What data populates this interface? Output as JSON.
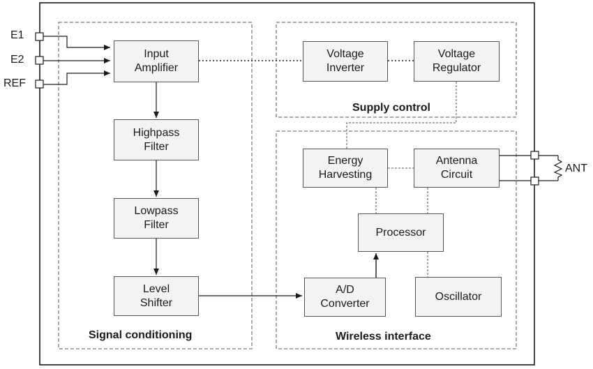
{
  "groups": {
    "signal_conditioning": "Signal conditioning",
    "supply_control": "Supply control",
    "wireless_interface": "Wireless interface"
  },
  "blocks": {
    "input_amplifier": [
      "Input",
      "Amplifier"
    ],
    "highpass_filter": [
      "Highpass",
      "Filter"
    ],
    "lowpass_filter": [
      "Lowpass",
      "Filter"
    ],
    "level_shifter": [
      "Level",
      "Shifter"
    ],
    "voltage_inverter": [
      "Voltage",
      "Inverter"
    ],
    "voltage_regulator": [
      "Voltage",
      "Regulator"
    ],
    "energy_harvesting": [
      "Energy",
      "Harvesting"
    ],
    "antenna_circuit": [
      "Antenna",
      "Circuit"
    ],
    "processor": "Processor",
    "ad_converter": [
      "A/D",
      "Converter"
    ],
    "oscillator": "Oscillator"
  },
  "terminals": {
    "e1": "E1",
    "e2": "E2",
    "ref": "REF",
    "ant": "ANT"
  },
  "colors": {
    "line": "#1a1a1a",
    "dashed": "#555555",
    "block_fill": "#f3f3f3"
  }
}
